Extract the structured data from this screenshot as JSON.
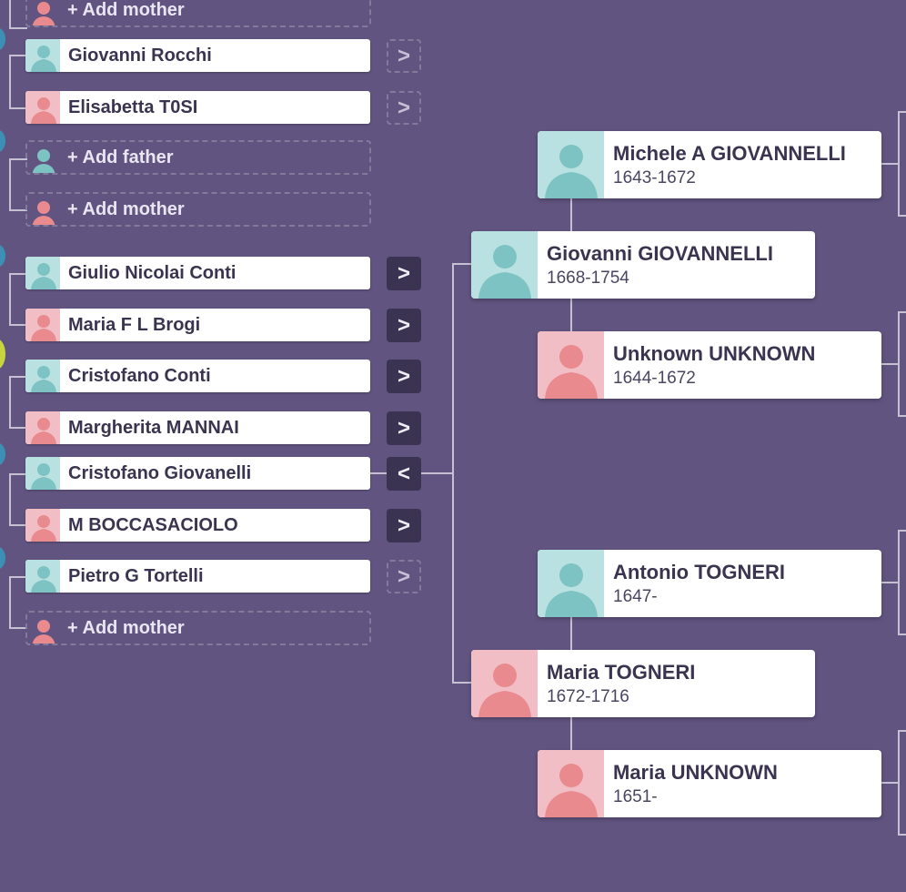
{
  "left_tree": [
    {
      "type": "add",
      "gender": "f",
      "label": "+ Add mother"
    },
    {
      "type": "person",
      "gender": "m",
      "name": "Giovanni Rocchi",
      "nav": "more-ghost"
    },
    {
      "type": "person",
      "gender": "f",
      "name": "Elisabetta T0SI",
      "nav": "more-ghost"
    },
    {
      "type": "add",
      "gender": "m",
      "label": "+ Add father"
    },
    {
      "type": "add",
      "gender": "f",
      "label": "+ Add mother"
    },
    {
      "type": "person",
      "gender": "m",
      "name": "Giulio Nicolai Conti",
      "nav": "expand"
    },
    {
      "type": "person",
      "gender": "f",
      "name": "Maria F L Brogi",
      "nav": "expand"
    },
    {
      "type": "person",
      "gender": "m",
      "name": "Cristofano Conti",
      "nav": "expand"
    },
    {
      "type": "person",
      "gender": "f",
      "name": "Margherita MANNAI",
      "nav": "expand"
    },
    {
      "type": "person",
      "gender": "m",
      "name": "Cristofano Giovanelli",
      "nav": "collapse"
    },
    {
      "type": "person",
      "gender": "f",
      "name": "M BOCCASACIOLO",
      "nav": "expand"
    },
    {
      "type": "person",
      "gender": "m",
      "name": "Pietro G Tortelli",
      "nav": "more-ghost"
    },
    {
      "type": "add",
      "gender": "f",
      "label": "+ Add mother"
    }
  ],
  "nav_glyphs": {
    "expand": ">",
    "collapse": "<"
  },
  "cards": {
    "michele": {
      "name": "Michele A GIOVANNELLI",
      "dates": "1643-1672"
    },
    "giovanni": {
      "name": "Giovanni GIOVANNELLI",
      "dates": "1668-1754"
    },
    "unknown": {
      "name": "Unknown UNKNOWN",
      "dates": "1644-1672"
    },
    "antonio": {
      "name": "Antonio TOGNERI",
      "dates": "1647-"
    },
    "maria_t": {
      "name": "Maria TOGNERI",
      "dates": "1672-1716"
    },
    "maria_u": {
      "name": "Maria UNKNOWN",
      "dates": "1651-"
    }
  },
  "colors": {
    "background": "#615480",
    "male_avatar_bg": "#b9e1e1",
    "male_silhouette": "#7ec3c3",
    "female_avatar_bg": "#f2bec5",
    "female_silhouette": "#e98a8e",
    "nav_button": "#3a3352",
    "connector": "#c6c0d3"
  }
}
